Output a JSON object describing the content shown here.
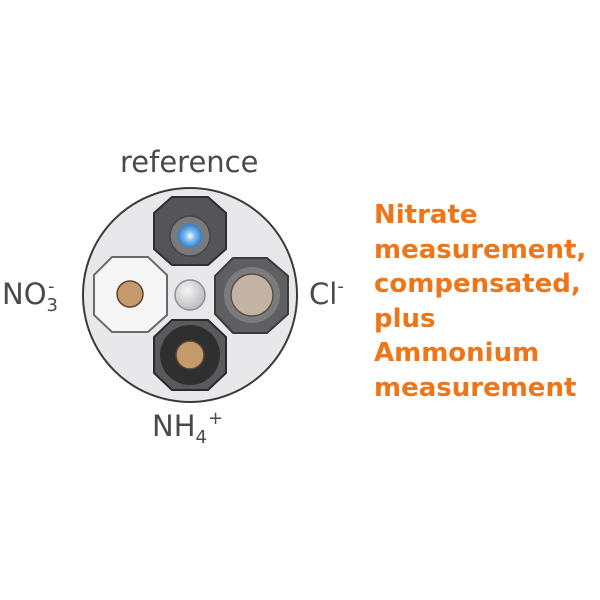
{
  "diagram": {
    "labels": {
      "top": "reference",
      "left": {
        "base": "NO",
        "sub": "3",
        "sup": "-"
      },
      "right": {
        "base": "Cl",
        "sup": "-"
      },
      "bottom": {
        "base": "NH",
        "sub": "4",
        "sup": "+"
      }
    },
    "colors": {
      "housing": "#e8e8ea",
      "outline": "#3a3a3a",
      "reference_electrode": "#5a5a5c",
      "reference_core": "#3d8fd9",
      "nitrate_electrode": "#f6f6f6",
      "chloride_electrode": "#5f5f61",
      "ammonium_electrode": "#2f2f30",
      "sensor_core": "#c49a6c",
      "chloride_core": "#c2b3a5",
      "center_pin": "#d2d2d4"
    }
  },
  "caption": {
    "lines": [
      "Nitrate",
      "measurement,",
      "compensated,",
      "plus",
      "Ammonium",
      "measurement"
    ],
    "color": "#ee7518"
  }
}
